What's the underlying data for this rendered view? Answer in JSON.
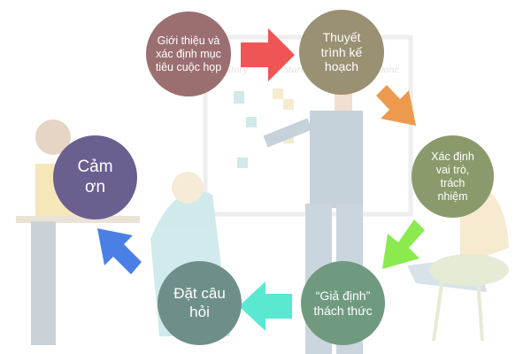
{
  "steps": [
    {
      "label": "Giới thiệu và xác định mục tiêu cuộc họp",
      "color": "#9b6f70"
    },
    {
      "label": "Thuyết trình kế hoạch",
      "color": "#9a9072"
    },
    {
      "label": "Xác định vai trò, trách nhiệm",
      "color": "#8b9a6c"
    },
    {
      "label": "“Giả định” thách thức",
      "color": "#6f9a80"
    },
    {
      "label": "Đặt câu hỏi",
      "color": "#6e8f89"
    },
    {
      "label": "Cảm ơn",
      "color": "#6a5f8f"
    }
  ],
  "arrows": [
    {
      "name": "red",
      "color": "#ef5555"
    },
    {
      "name": "orange",
      "color": "#ee9a4e"
    },
    {
      "name": "green",
      "color": "#8aea4e"
    },
    {
      "name": "cyan",
      "color": "#5ae8d2"
    },
    {
      "name": "blue",
      "color": "#4a80e6"
    }
  ],
  "whiteboard": {
    "labels": [
      "Story",
      "Start",
      "Done"
    ]
  }
}
